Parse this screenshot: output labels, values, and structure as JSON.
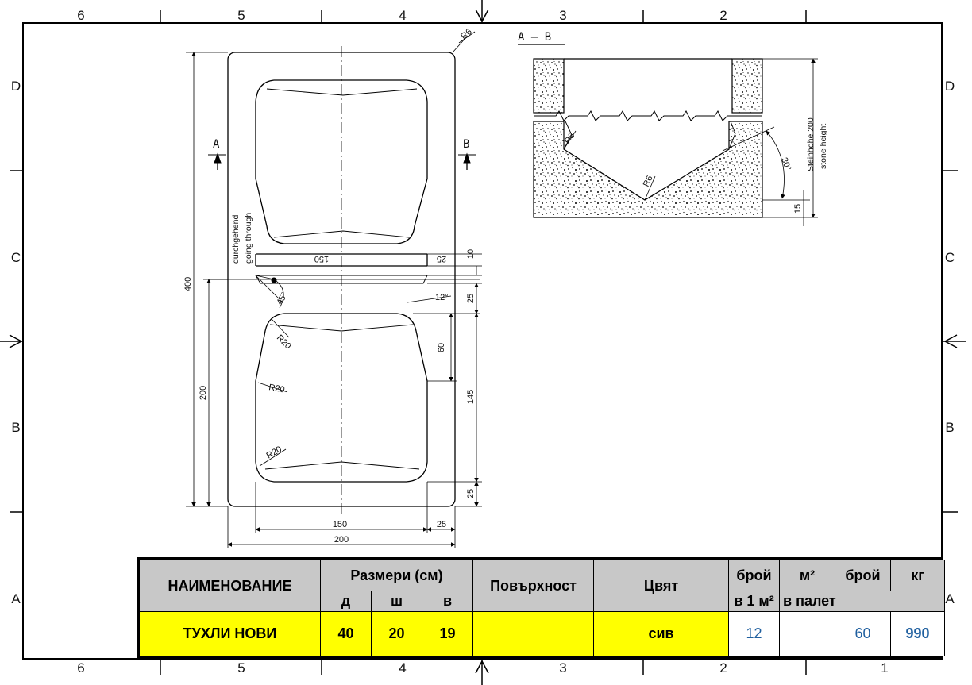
{
  "frame": {
    "columns_top": [
      "6",
      "5",
      "4",
      "3",
      "2"
    ],
    "columns_bottom": [
      "6",
      "5",
      "4",
      "3",
      "2",
      "1"
    ],
    "rows_left": [
      "D",
      "C",
      "B",
      "A"
    ],
    "rows_right": [
      "D",
      "C",
      "B",
      "A"
    ]
  },
  "plan": {
    "corner_radius": "R6",
    "section_marks": [
      "A",
      "B"
    ],
    "going_through_de": "durchgehend",
    "going_through_en": "going through",
    "angle_45": "45°",
    "angle_12": "12°",
    "radii": [
      "R20",
      "R20",
      "R20"
    ],
    "dims": {
      "overall_height": "400",
      "lower_height": "200",
      "top_150": "150",
      "top_25": "25",
      "right_10": "10",
      "right_25a": "25",
      "right_60": "60",
      "right_145": "145",
      "right_25b": "25",
      "bottom_150": "150",
      "bottom_25": "25",
      "bottom_200": "200"
    }
  },
  "section": {
    "title": "A — B",
    "label_de": "Steinhöhe 200",
    "label_en": "stone height",
    "angle": "30°",
    "radius_a": "R6",
    "radius_b": "R6",
    "dim_15": "15"
  },
  "table": {
    "headers": {
      "name": "НАИМЕНОВАНИЕ",
      "dims": "Размери (см)",
      "d": "д",
      "sh": "ш",
      "v": "в",
      "surface": "Повърхност",
      "color": "Цвят",
      "count": "брой",
      "per_m2": "в 1 м²",
      "m2": "м²",
      "on_pallet": "в палет",
      "count2": "брой",
      "kg": "кг"
    },
    "row": {
      "name": "ТУХЛИ НОВИ",
      "d": "40",
      "sh": "20",
      "v": "19",
      "surface": "",
      "color": "сив",
      "per_m2": "12",
      "m2": "",
      "count": "60",
      "kg": "990"
    },
    "colors": {
      "header": "#c8c8c8",
      "row": "#ffff00",
      "value_blue": "#1f5f9f"
    }
  }
}
